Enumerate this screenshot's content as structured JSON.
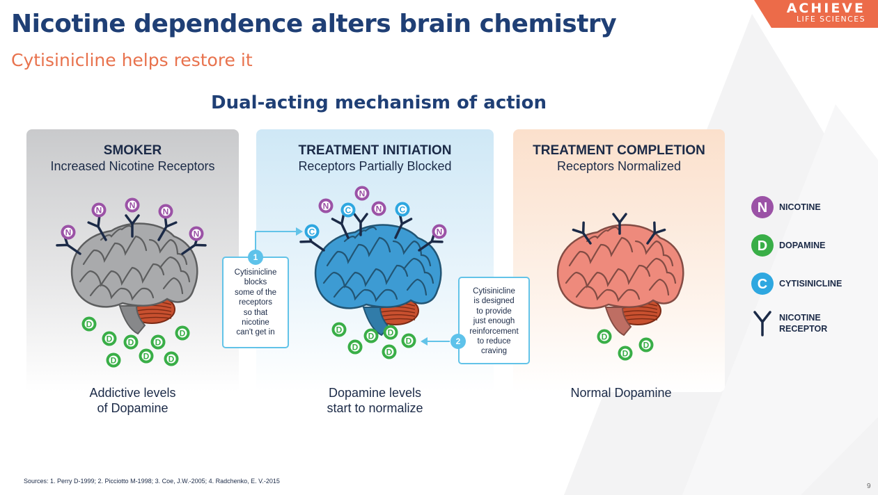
{
  "header": {
    "title": "Nicotine dependence alters brain chemistry",
    "subtitle": "Cytisinicline helps restore it"
  },
  "logo": {
    "line1": "ACHIEVE",
    "line2": "LIFE SCIENCES"
  },
  "section_title": "Dual-acting mechanism of action",
  "panels": [
    {
      "title": "SMOKER",
      "subtitle": "Increased Nicotine Receptors",
      "caption_line1": "Addictive levels",
      "caption_line2": "of Dopamine",
      "brain_color": "#a9aaac"
    },
    {
      "title": "TREATMENT INITIATION",
      "subtitle": "Receptors Partially Blocked",
      "caption_line1": "Dopamine levels",
      "caption_line2": "start to normalize",
      "brain_color": "#3d9bd3"
    },
    {
      "title": "TREATMENT COMPLETION",
      "subtitle": "Receptors Normalized",
      "caption_line1": "Normal Dopamine",
      "caption_line2": "",
      "brain_color": "#ee8a7c"
    }
  ],
  "callouts": [
    {
      "number": "1",
      "lines": [
        "Cytisinicline",
        "blocks",
        "some of the",
        "receptors",
        "so that",
        "nicotine",
        "can't get in"
      ]
    },
    {
      "number": "2",
      "lines": [
        "Cytisinicline",
        "is designed",
        "to provide",
        "just enough",
        "reinforcement",
        "to reduce",
        "craving"
      ]
    }
  ],
  "markers": {
    "nicotine": "N",
    "dopamine": "D",
    "cytisinicline": "C"
  },
  "legend": [
    {
      "label_line1": "NICOTINE",
      "label_line2": "",
      "icon": "nicotine-marker-icon",
      "letter": "N",
      "color": "#9b52a6"
    },
    {
      "label_line1": "DOPAMINE",
      "label_line2": "",
      "icon": "dopamine-marker-icon",
      "letter": "D",
      "color": "#39ae47"
    },
    {
      "label_line1": "CYTISINICLINE",
      "label_line2": "",
      "icon": "cytisinicline-marker-icon",
      "letter": "C",
      "color": "#2ea7e0"
    },
    {
      "label_line1": "NICOTINE",
      "label_line2": "RECEPTOR",
      "icon": "receptor-icon",
      "letter": "",
      "color": "#1b2a47"
    }
  ],
  "colors": {
    "nicotine": "#9b52a6",
    "dopamine": "#39ae47",
    "cytisinicline": "#2ea7e0",
    "receptor": "#1b2a47",
    "cerebellum": "#c8502f",
    "title": "#1f3f75",
    "accent": "#ec6b49"
  },
  "sources": "Sources: 1. Perry D-1999; 2. Picciotto M-1998; 3. Coe, J.W.-2005; 4. Radchenko, E. V.-2015",
  "page_number": "9"
}
